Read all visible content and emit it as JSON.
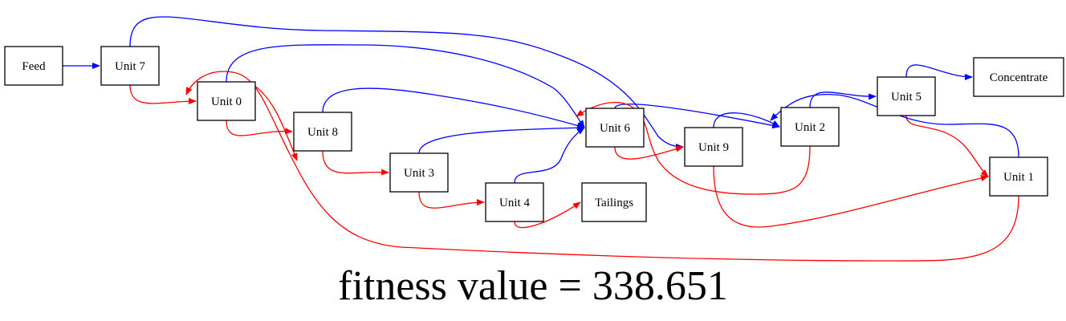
{
  "colors": {
    "concentrate_stream": "#0000ff",
    "tailings_stream": "#ff0000",
    "node_border": "#000000"
  },
  "nodes": [
    {
      "id": "feed",
      "label": "Feed"
    },
    {
      "id": "u7",
      "label": "Unit 7"
    },
    {
      "id": "u0",
      "label": "Unit 0"
    },
    {
      "id": "u8",
      "label": "Unit 8"
    },
    {
      "id": "u3",
      "label": "Unit 3"
    },
    {
      "id": "u4",
      "label": "Unit 4"
    },
    {
      "id": "tailings",
      "label": "Tailings"
    },
    {
      "id": "u6",
      "label": "Unit 6"
    },
    {
      "id": "u9",
      "label": "Unit 9"
    },
    {
      "id": "u2",
      "label": "Unit 2"
    },
    {
      "id": "u5",
      "label": "Unit 5"
    },
    {
      "id": "concentrate",
      "label": "Concentrate"
    },
    {
      "id": "u1",
      "label": "Unit 1"
    }
  ],
  "edges": [
    {
      "from": "feed",
      "to": "u7",
      "stream": "concentrate"
    },
    {
      "from": "u7",
      "to": "u0",
      "stream": "tailings"
    },
    {
      "from": "u7",
      "to": "u9",
      "stream": "concentrate"
    },
    {
      "from": "u0",
      "to": "u8",
      "stream": "tailings"
    },
    {
      "from": "u0",
      "to": "u6",
      "stream": "concentrate"
    },
    {
      "from": "u8",
      "to": "u3",
      "stream": "tailings"
    },
    {
      "from": "u8",
      "to": "u6",
      "stream": "concentrate"
    },
    {
      "from": "u3",
      "to": "u4",
      "stream": "tailings"
    },
    {
      "from": "u3",
      "to": "u6",
      "stream": "concentrate"
    },
    {
      "from": "u4",
      "to": "tailings",
      "stream": "tailings"
    },
    {
      "from": "u4",
      "to": "u6",
      "stream": "concentrate"
    },
    {
      "from": "u6",
      "to": "u9",
      "stream": "tailings"
    },
    {
      "from": "u6",
      "to": "u2",
      "stream": "concentrate"
    },
    {
      "from": "u9",
      "to": "u1",
      "stream": "tailings"
    },
    {
      "from": "u9",
      "to": "u2",
      "stream": "concentrate"
    },
    {
      "from": "u2",
      "to": "u6",
      "stream": "tailings"
    },
    {
      "from": "u2",
      "to": "u5",
      "stream": "concentrate"
    },
    {
      "from": "u5",
      "to": "u1",
      "stream": "tailings"
    },
    {
      "from": "u5",
      "to": "concentrate",
      "stream": "concentrate"
    },
    {
      "from": "u1",
      "to": "u0",
      "stream": "tailings"
    },
    {
      "from": "u1",
      "to": "u2",
      "stream": "concentrate"
    },
    {
      "from": "u0",
      "to": "u1",
      "stream": "tailings"
    }
  ],
  "caption": "fitness value = 338.651"
}
